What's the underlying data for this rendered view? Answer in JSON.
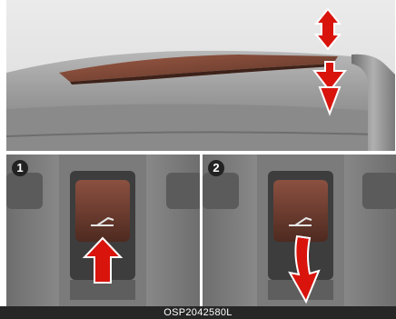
{
  "steps": [
    {
      "number": "1",
      "direction": "up"
    },
    {
      "number": "2",
      "direction": "down"
    }
  ],
  "caption": "OSP2042580L",
  "colors": {
    "arrow_red": "#d8140d",
    "sunroof_brown": "#7a4636",
    "headliner_gray": "#9c9c9c",
    "caption_bg": "#262626"
  },
  "icons": [
    "up-down-arrow-icon",
    "sunroof-tilt-icon"
  ]
}
